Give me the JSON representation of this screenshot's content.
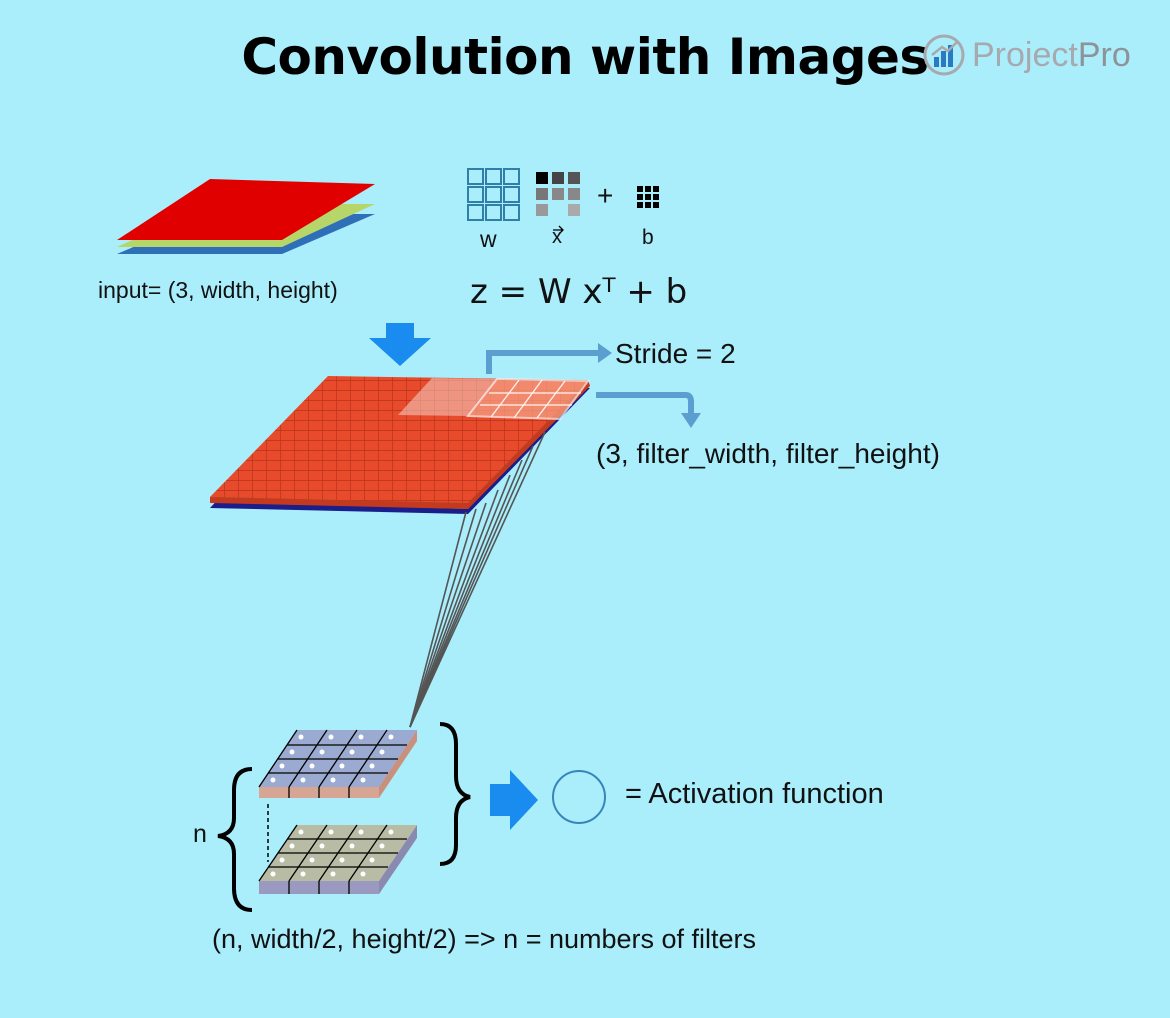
{
  "title": "Convolution with Images",
  "logo": {
    "brand": "Project",
    "brand_suffix": "Pro"
  },
  "input": {
    "label": "input= (3, width, height)"
  },
  "weights": {
    "w_label": "w",
    "x_label": "x",
    "plus": "+",
    "b_label": "b"
  },
  "equation": "z = W xᵀ + b",
  "stride": {
    "label": "Stride = ",
    "value": "2"
  },
  "filter": {
    "shape_label": "(3, filter_width, filter_height)"
  },
  "activation": {
    "label": "= Activation function"
  },
  "output": {
    "n_label": "n",
    "shape_label": "(n, width/2, height/2) => n = numbers of filters"
  },
  "colors": {
    "background": "#aaeefc",
    "arrow": "#1a8cf0",
    "connector": "#5a9fd0",
    "feature_map": "#e84a2c"
  }
}
